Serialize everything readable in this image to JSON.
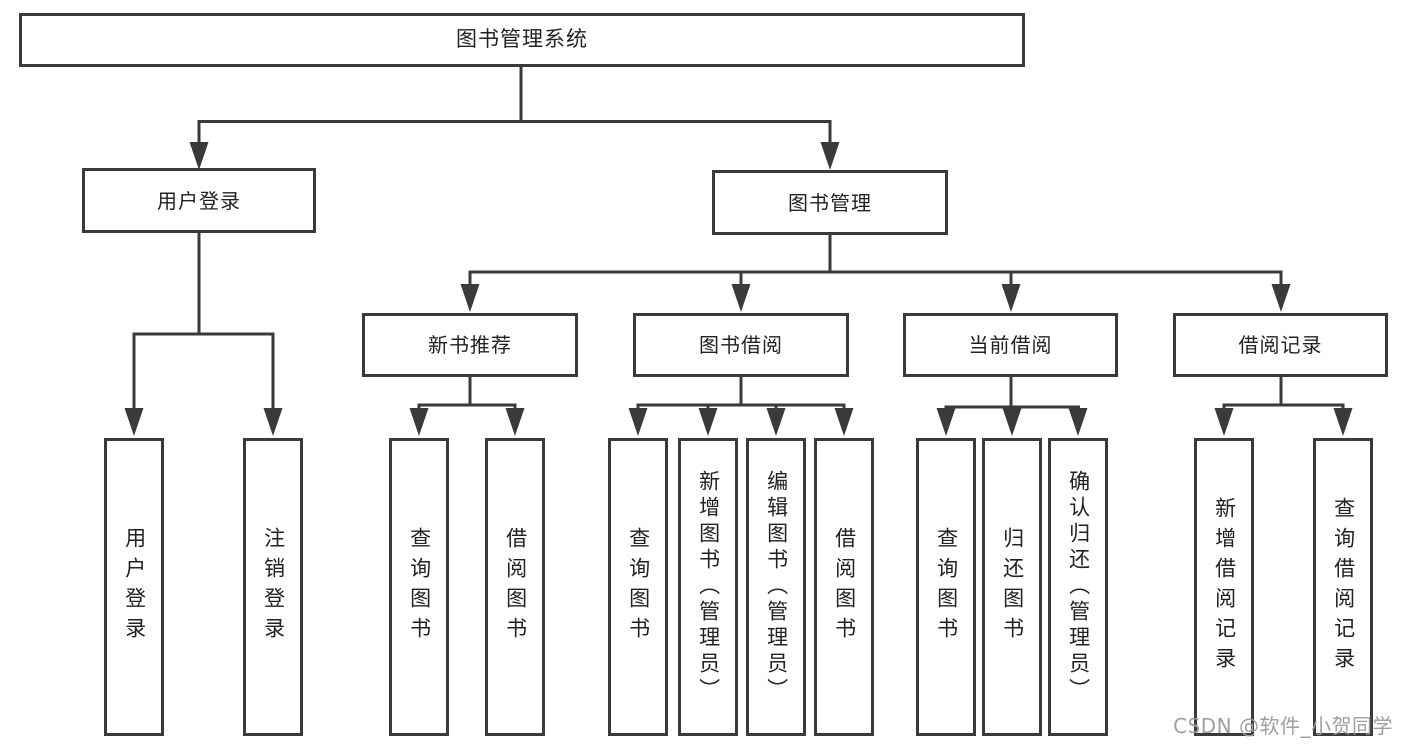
{
  "diagram": {
    "watermark": "CSDN @软件_小贺同学",
    "colors": {
      "line": "#3a3a3a",
      "box_border": "#3a3a3a",
      "text": "#222222",
      "watermark": "#9a9a9a",
      "background": "#ffffff"
    },
    "nodes": {
      "root": {
        "label": "图书管理系统"
      },
      "user_login": {
        "label": "用户登录",
        "children": {
          "login": {
            "label": "用户登录"
          },
          "logout": {
            "label": "注销登录"
          }
        }
      },
      "book_mgmt": {
        "label": "图书管理",
        "children": {
          "new_book_rec": {
            "label": "新书推荐",
            "children": {
              "query_books": {
                "label": "查询图书"
              },
              "borrow_books": {
                "label": "借阅图书"
              }
            }
          },
          "book_borrow": {
            "label": "图书借阅",
            "children": {
              "query_books": {
                "label": "查询图书"
              },
              "add_books": {
                "label": "新增图书（管理员）"
              },
              "edit_books": {
                "label": "编辑图书（管理员）"
              },
              "borrow_books": {
                "label": "借阅图书"
              }
            }
          },
          "current_borrow": {
            "label": "当前借阅",
            "children": {
              "query_books": {
                "label": "查询图书"
              },
              "return_books": {
                "label": "归还图书"
              },
              "confirm_return": {
                "label": "确认归还（管理员）"
              }
            }
          },
          "borrow_records": {
            "label": "借阅记录",
            "children": {
              "add_record": {
                "label": "新增借阅记录"
              },
              "query_record": {
                "label": "查询借阅记录"
              }
            }
          }
        }
      }
    }
  }
}
